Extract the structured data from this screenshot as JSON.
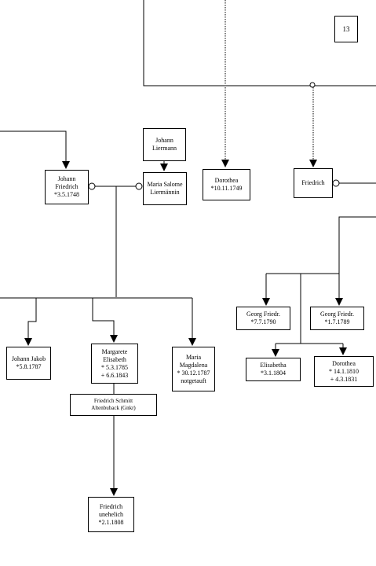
{
  "page_number": "13",
  "persons": {
    "johann_liermann": {
      "lines": [
        "Johann",
        "Liermann"
      ]
    },
    "johann_friedrich": {
      "lines": [
        "Johann",
        "Friedrich",
        "*3.5.1748"
      ]
    },
    "maria_salome": {
      "lines": [
        "Maria Salome",
        "Liermännin"
      ]
    },
    "dorothea_1749": {
      "lines": [
        "Dorothea",
        "*10.11.1749"
      ]
    },
    "friedrich": {
      "lines": [
        "Friedrich"
      ]
    },
    "georg_1790": {
      "lines": [
        "Georg Friedr.",
        "*7.7.1790"
      ]
    },
    "georg_1789": {
      "lines": [
        "Georg Friedr.",
        "*1.7.1789"
      ]
    },
    "johann_jakob": {
      "lines": [
        "Johann Jakob",
        "*5.8.1787"
      ]
    },
    "margarete": {
      "lines": [
        "Margarete",
        "Elisabeth",
        "* 5.3.1785",
        "+ 6.6.1843"
      ]
    },
    "maria_magdalena": {
      "lines": [
        "Maria",
        "Magdalena",
        "* 30.12.1787",
        "notgetauft"
      ]
    },
    "elisabetha": {
      "lines": [
        "Elisabetha",
        "*3.1.1804"
      ]
    },
    "dorothea_1810": {
      "lines": [
        "Dorothea",
        "* 14.1.1810",
        "+ 4.3.1831"
      ]
    },
    "friedrich_schmitt": {
      "lines": [
        "Friedrich Schmitt",
        "Altenbuback (Gnkr)"
      ]
    },
    "friedrich_unehelich": {
      "lines": [
        "Friedrich",
        "unehelich",
        "*2.1.1808"
      ]
    }
  }
}
